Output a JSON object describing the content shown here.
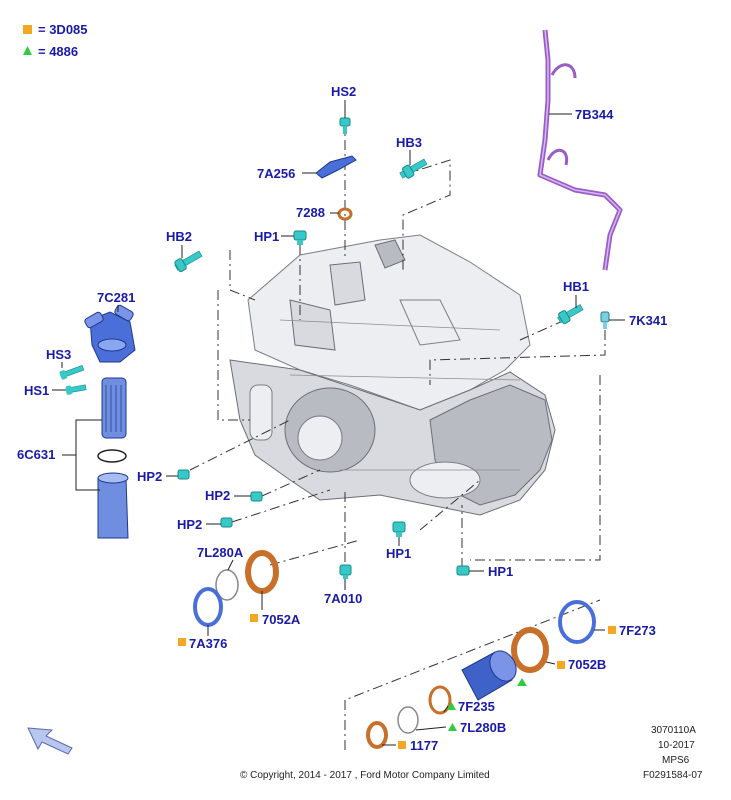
{
  "legend": {
    "square": {
      "symbol": "■",
      "text": "= 3D085",
      "color": "#f5a623"
    },
    "triangle": {
      "symbol": "▲",
      "text": "= 4886",
      "color": "#2ecc40"
    }
  },
  "labels": {
    "hs2": "HS2",
    "hb3": "HB3",
    "a7256": "7A256",
    "p7288": "7288",
    "hb2": "HB2",
    "hp1_top": "HP1",
    "p7c281": "7C281",
    "hs3": "HS3",
    "hs1": "HS1",
    "p6c631": "6C631",
    "b7344": "7B344",
    "hb1": "HB1",
    "k7341": "7K341",
    "hp2_a": "HP2",
    "hp2_b": "HP2",
    "hp2_c": "HP2",
    "l7280a": "7L280A",
    "p7052a": "7052A",
    "a7376": "7A376",
    "a7010": "7A010",
    "hp1_mid": "HP1",
    "hp1_low": "HP1",
    "f7273": "7F273",
    "p7052b": "7052B",
    "f7235": "7F235",
    "l7280b": "7L280B",
    "p1177": "1177"
  },
  "meta": {
    "code": "3070110A",
    "date": "10-2017",
    "model": "MPS6",
    "fig": "F0291584-07",
    "copyright": "© Copyright, 2014 - 2017 , Ford Motor Company Limited"
  },
  "colors": {
    "label": "#1a1aa8",
    "bolt": "#38c8c8",
    "orange": "#c8702a",
    "blue_part": "#4a6fd8",
    "purple": "#9a5cc8",
    "casing": "#d9dadf"
  },
  "icons": [
    "nav-arrow-icon"
  ]
}
